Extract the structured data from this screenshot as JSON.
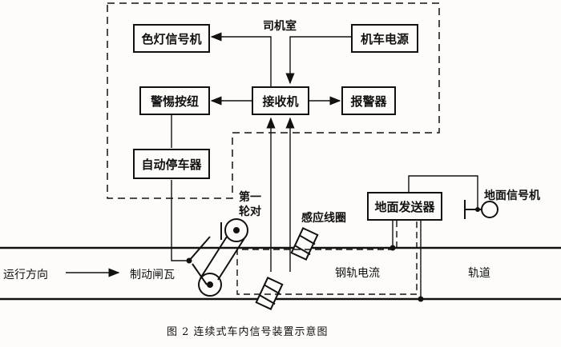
{
  "cab_label": "司机室",
  "boxes": {
    "color_signal": "色灯信号机",
    "power": "机车电源",
    "alert_button": "警惕按纽",
    "receiver": "接收机",
    "alarm": "报警器",
    "auto_stop": "自动停车器",
    "ground_transmitter": "地面发送器"
  },
  "labels": {
    "first_wheelset": "第一\n轮对",
    "induction_coil": "感应线圈",
    "ground_signal": "地面信号机",
    "direction": "运行方向",
    "brake_shoe": "制动闸瓦",
    "rail_current": "钢轨电流",
    "track": "轨道"
  },
  "caption": "图 2   连续式车内信号装置示意图"
}
